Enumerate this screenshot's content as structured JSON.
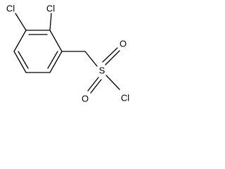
{
  "molecule": {
    "atoms": {
      "cl_ring_top_left": "Cl",
      "cl_ring_top_right": "Cl",
      "s_sulfonyl": "S",
      "o_sulfonyl_upper": "O",
      "o_sulfonyl_lower": "O",
      "cl_sulfonyl": "Cl"
    },
    "colors": {
      "bond": "#000000",
      "label": "#000000",
      "background": "#ffffff"
    }
  }
}
